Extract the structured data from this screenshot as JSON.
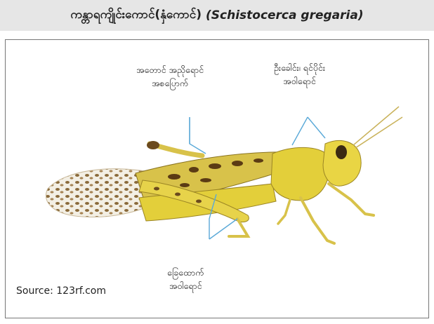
{
  "title": {
    "burmese": "ကန္တာရကျိုင်းကောင်(နှံကောင်)",
    "scientific": "(Schistocerca gregaria)"
  },
  "labels": {
    "wings_line1": "အတောင် အညိုရောင်",
    "wings_line2": "အစပြောက်",
    "head_line1": "ဦးခေါင်း၊ ရင်ပိုင်း",
    "head_line2": "အဝါရောင်",
    "legs_line1": "ခြေထောက်",
    "legs_line2": "အဝါရောင်"
  },
  "source": "Source: 123rf.com",
  "colors": {
    "body_yellow": "#e3cf3a",
    "wing_brown": "#6b4a1e",
    "pointer_blue": "#5aa9d8",
    "title_band": "#e6e6e6"
  }
}
